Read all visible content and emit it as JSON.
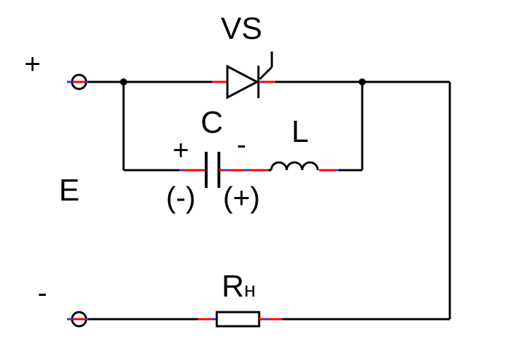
{
  "diagram": {
    "labels": {
      "source_plus": "+",
      "source_minus": "-",
      "source": "E",
      "thyristor": "VS",
      "capacitor": "C",
      "inductor": "L",
      "cap_plus": "+",
      "cap_minus": "-",
      "cap_reverse_left": "(-)",
      "cap_reverse_right": "(+)",
      "load_main": "R",
      "load_sub": "н"
    }
  },
  "colors": {
    "wire": "#000000",
    "pin_red": "#ff0000",
    "pin_blue": "#3333cc",
    "background": "#ffffff"
  }
}
